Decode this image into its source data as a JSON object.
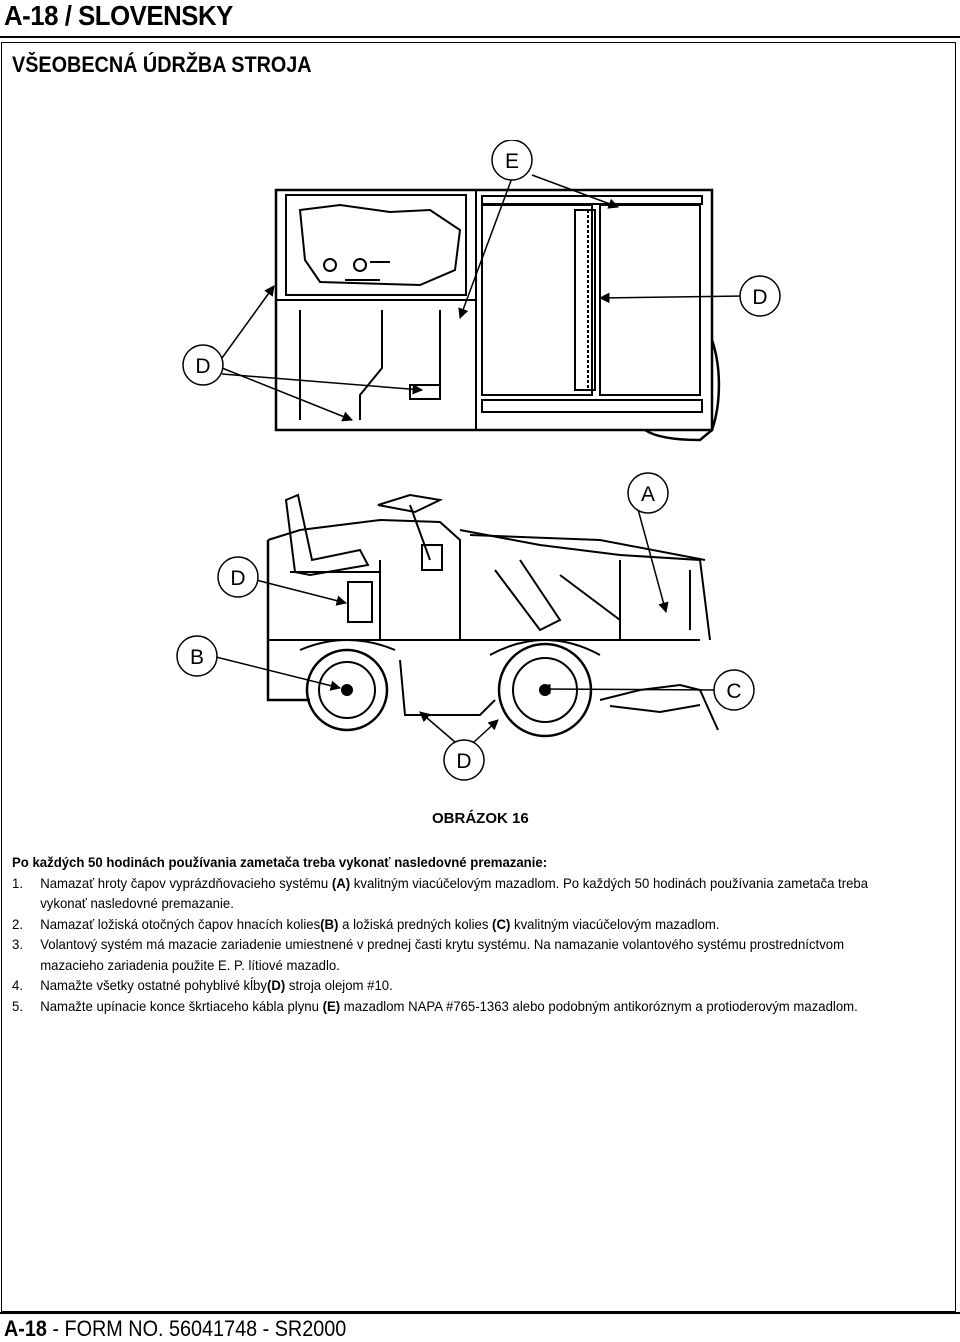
{
  "header": {
    "title": "A-18 / SLOVENSKY"
  },
  "section": {
    "title": "VŠEOBECNÁ ÚDRŽBA STROJA"
  },
  "figure": {
    "labels": {
      "E": "E",
      "D1": "D",
      "D2": "D",
      "A": "A",
      "D3": "D",
      "B": "B",
      "C": "C",
      "D4": "D"
    },
    "caption": "OBRÁZOK 16"
  },
  "instructions": {
    "intro": "Po každých 50 hodinách používania zametača treba vykonať nasledovné premazanie:",
    "steps": [
      {
        "num": "1.",
        "a": "Namazať hroty čapov vyprázdňovacieho systému ",
        "b": "(A)",
        "c": " kvalitným viacúčelovým mazadlom. Po každých 50 hodinách používania zametača treba vykonať nasledovné premazanie."
      },
      {
        "num": "2.",
        "a": "Namazať ložiská otočných čapov hnacích kolies",
        "b": "(B)",
        "c": " a ložiská predných kolies ",
        "d": "(C)",
        "e": " kvalitným viacúčelovým mazadlom."
      },
      {
        "num": "3.",
        "a": "Volantový systém má mazacie zariadenie umiestnené v prednej časti krytu systému.  Na namazanie volantového systému prostredníctvom mazacieho zariadenia použite E. P. lítiové mazadlo."
      },
      {
        "num": "4.",
        "a": "Namažte všetky ostatné pohyblivé kĺby",
        "b": "(D)",
        "c": " stroja olejom #10."
      },
      {
        "num": "5.",
        "a": "Namažte upínacie konce škrtiaceho kábla plynu ",
        "b": "(E)",
        "c": " mazadlom NAPA #765-1363 alebo podobným antikoróznym a protioderovým mazadlom."
      }
    ]
  },
  "footer": {
    "page": "A-18",
    "rest": " - FORM NO. 56041748 - SR2000"
  }
}
